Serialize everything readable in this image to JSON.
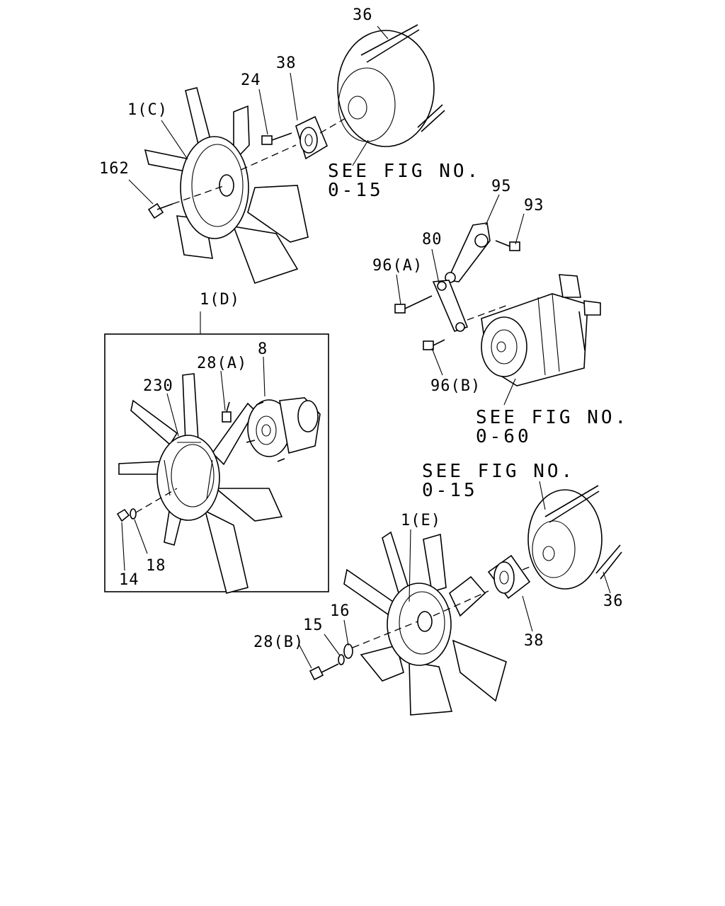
{
  "labels": {
    "p36_top": "36",
    "p38_top": "38",
    "p24": "24",
    "p1c": "1(C)",
    "p162": "162",
    "p95": "95",
    "p93": "93",
    "p80": "80",
    "p96a": "96(A)",
    "p96b": "96(B)",
    "p1d": "1(D)",
    "p8": "8",
    "p28a": "28(A)",
    "p230": "230",
    "p14": "14",
    "p18": "18",
    "p1e": "1(E)",
    "p16": "16",
    "p15": "15",
    "p28b": "28(B)",
    "p38_bottom": "38",
    "p36_bottom": "36"
  },
  "references": {
    "ref_top_line1": "SEE FIG NO.",
    "ref_top_line2": "0-15",
    "ref_comp_line1": "SEE FIG NO.",
    "ref_comp_line2": "0-60",
    "ref_bottom_line1": "SEE FIG NO.",
    "ref_bottom_line2": "0-15"
  }
}
